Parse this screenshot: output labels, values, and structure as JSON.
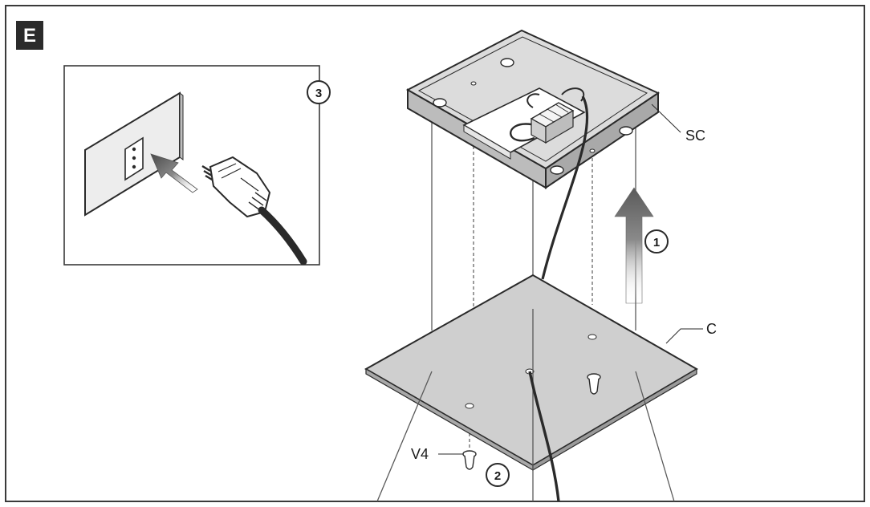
{
  "figure": {
    "section_letter": "E",
    "colors": {
      "frame": "#3a3a3a",
      "plate_fill": "#cfcfcf",
      "canopy_fill": "#dcdcdc",
      "arrow_fill": "#7a7a7a",
      "cable": "#2a2a2a",
      "badge_bg": "#2b2b2b"
    }
  },
  "labels": {
    "canopy": "SC",
    "plate": "C",
    "screw": "V4"
  },
  "steps": {
    "lift": "1",
    "screw": "2",
    "plug_in": "3"
  },
  "icons": [
    "wall-socket-icon",
    "plug-icon",
    "up-arrow-icon",
    "insert-arrow-icon"
  ]
}
